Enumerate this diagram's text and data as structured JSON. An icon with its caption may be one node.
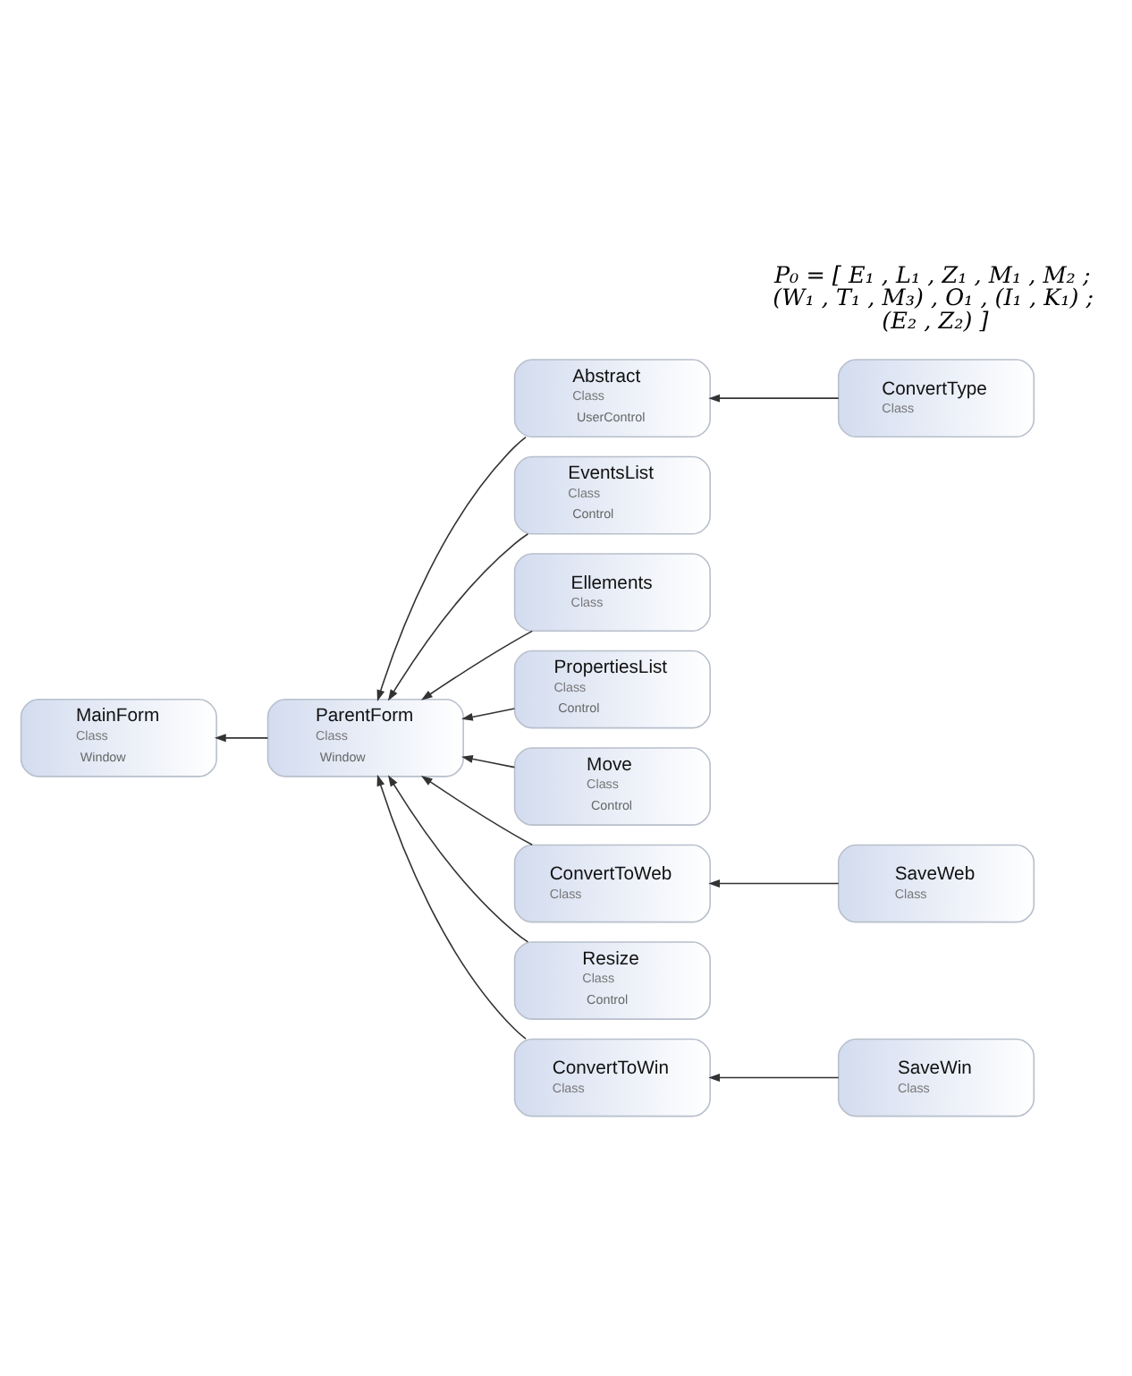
{
  "diagram": {
    "nodes": [
      {
        "text": [
          "MainForm",
          "Class",
          "Window"
        ]
      },
      {
        "text": [
          "ParentForm",
          "Class",
          "Window"
        ]
      },
      {
        "text": [
          "Abstract",
          "Class",
          "UserControl"
        ]
      },
      {
        "text": [
          "ConvertType",
          "Class"
        ]
      },
      {
        "text": [
          "EventsList",
          "Class",
          "Control"
        ]
      },
      {
        "text": [
          "Ellements",
          "Class"
        ]
      },
      {
        "text": [
          "PropertiesList",
          "Class",
          "Control"
        ]
      },
      {
        "text": [
          "Move",
          "Class",
          "Control"
        ]
      },
      {
        "text": [
          "SaveWeb",
          "Class"
        ]
      },
      {
        "text": [
          "ConvertToWeb",
          "Class"
        ]
      },
      {
        "text": [
          "Resize",
          "Class",
          "Control"
        ]
      },
      {
        "text": [
          "SaveWin",
          "Class"
        ]
      },
      {
        "text": [
          "ConvertToWin",
          "Class"
        ]
      }
    ],
    "edges": [
      {
        "from": 1,
        "to": 0,
        "arrow": "to"
      },
      {
        "from": 2,
        "to": 1,
        "arrow": "to"
      },
      {
        "from": 5,
        "to": 1,
        "arrow": "to"
      },
      {
        "from": 7,
        "to": 1,
        "arrow": "to"
      },
      {
        "from": 10,
        "to": 1,
        "arrow": "to"
      },
      {
        "from": 4,
        "to": 1,
        "arrow": "to"
      },
      {
        "from": 6,
        "to": 1,
        "arrow": "to"
      },
      {
        "from": 9,
        "to": 1,
        "arrow": "to"
      },
      {
        "from": 12,
        "to": 1,
        "arrow": "to"
      },
      {
        "from": 3,
        "to": 2,
        "arrow": "to"
      },
      {
        "from": 8,
        "to": 9,
        "arrow": "to"
      },
      {
        "from": 11,
        "to": 12,
        "arrow": "to"
      }
    ],
    "labels": [
      "P₀ = [ E₁ , L₁ , Z₁ , M₁ , M₂ ; (W₁ , T₁ , M₃) , O₁ , (I₁ , K₁) ; (E₂ , Z₂) ]"
    ]
  }
}
